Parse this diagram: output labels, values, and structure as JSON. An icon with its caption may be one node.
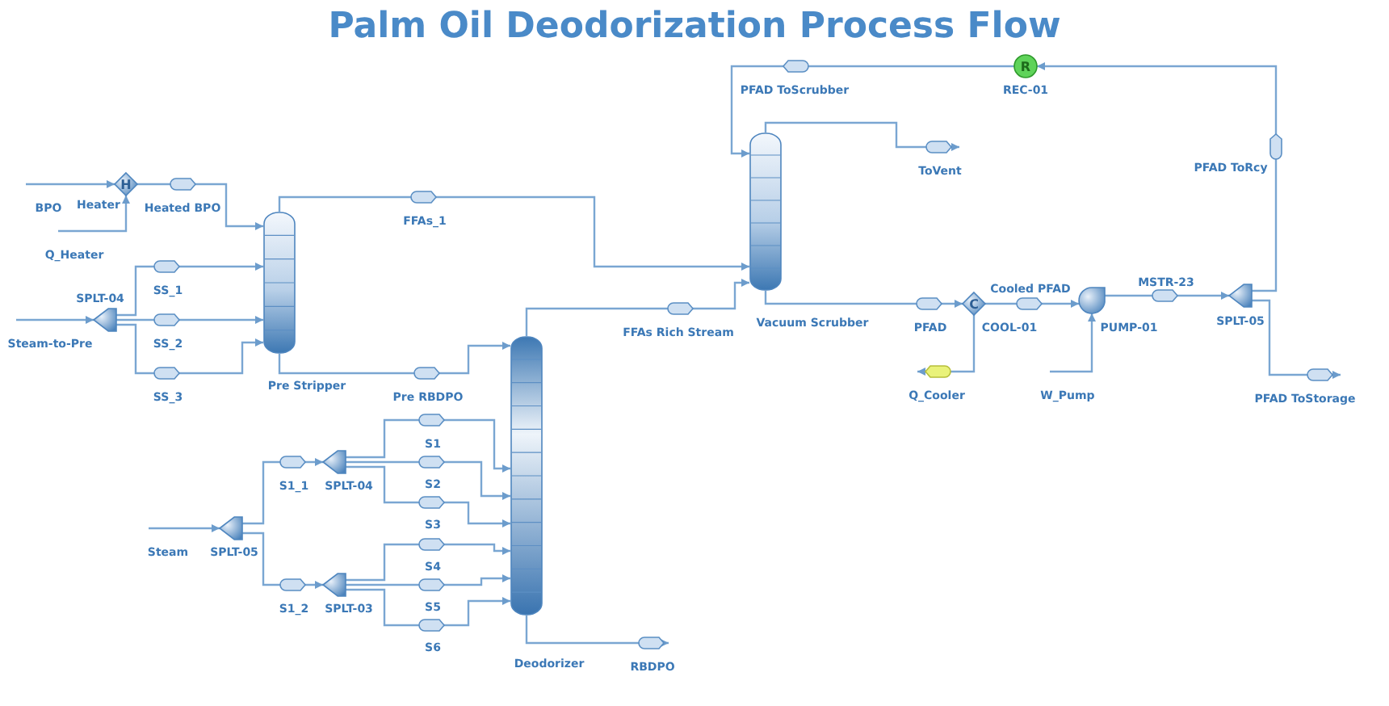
{
  "diagram": {
    "title": "Palm Oil Deodorization Process Flow",
    "nodes": [
      {
        "text": [
          "H",
          "Heater"
        ]
      },
      {
        "text": [
          "Pre Stripper"
        ]
      },
      {
        "text": [
          "SPLT-04"
        ]
      },
      {
        "text": [
          "Deodorizer"
        ]
      },
      {
        "text": [
          "SPLT-05"
        ]
      },
      {
        "text": [
          "SPLT-04"
        ]
      },
      {
        "text": [
          "SPLT-03"
        ]
      },
      {
        "text": [
          "Vacuum Scrubber"
        ]
      },
      {
        "text": [
          "R",
          "REC-01"
        ]
      },
      {
        "text": [
          "C",
          "COOL-01"
        ]
      },
      {
        "text": [
          "PUMP-01"
        ]
      },
      {
        "text": [
          "SPLT-05"
        ]
      }
    ],
    "edges": [
      {
        "from": null,
        "to": 0,
        "arrow": "to",
        "label": "BPO"
      },
      {
        "from": null,
        "to": 0,
        "arrow": "to",
        "label": "Q_Heater"
      },
      {
        "from": 0,
        "to": 1,
        "arrow": "to",
        "label": "Heated BPO"
      },
      {
        "from": 1,
        "to": 7,
        "arrow": "to",
        "label": "FFAs_1"
      },
      {
        "from": null,
        "to": 2,
        "arrow": "to",
        "label": "Steam-to-Pre"
      },
      {
        "from": 2,
        "to": 1,
        "arrow": "to",
        "label": "SS_1"
      },
      {
        "from": 2,
        "to": 1,
        "arrow": "to",
        "label": "SS_2"
      },
      {
        "from": 2,
        "to": 1,
        "arrow": "to",
        "label": "SS_3"
      },
      {
        "from": 1,
        "to": 3,
        "arrow": "to",
        "label": "Pre RBDPO"
      },
      {
        "from": 3,
        "to": 7,
        "arrow": "to",
        "label": "FFAs Rich Stream"
      },
      {
        "from": 3,
        "to": null,
        "arrow": "to",
        "label": "RBDPO"
      },
      {
        "from": null,
        "to": 4,
        "arrow": "to",
        "label": "Steam"
      },
      {
        "from": 4,
        "to": 5,
        "arrow": "to",
        "label": "S1_1"
      },
      {
        "from": 4,
        "to": 6,
        "arrow": "to",
        "label": "S1_2"
      },
      {
        "from": 5,
        "to": 3,
        "arrow": "to",
        "label": "S1"
      },
      {
        "from": 5,
        "to": 3,
        "arrow": "to",
        "label": "S2"
      },
      {
        "from": 5,
        "to": 3,
        "arrow": "to",
        "label": "S3"
      },
      {
        "from": 6,
        "to": 3,
        "arrow": "to",
        "label": "S4"
      },
      {
        "from": 6,
        "to": 3,
        "arrow": "to",
        "label": "S5"
      },
      {
        "from": 6,
        "to": 3,
        "arrow": "to",
        "label": "S6"
      },
      {
        "from": 8,
        "to": 7,
        "arrow": "to",
        "label": "PFAD ToScrubber"
      },
      {
        "from": 7,
        "to": null,
        "arrow": "to",
        "label": "ToVent"
      },
      {
        "from": 7,
        "to": 9,
        "arrow": "to",
        "label": "PFAD"
      },
      {
        "from": 9,
        "to": null,
        "arrow": "to",
        "label": "Q_Cooler"
      },
      {
        "from": 9,
        "to": 10,
        "arrow": "to",
        "label": "Cooled PFAD"
      },
      {
        "from": null,
        "to": 10,
        "arrow": "to",
        "label": "W_Pump"
      },
      {
        "from": 10,
        "to": 11,
        "arrow": "to",
        "label": "MSTR-23"
      },
      {
        "from": 11,
        "to": 8,
        "arrow": "to",
        "label": "PFAD ToRcy"
      },
      {
        "from": 11,
        "to": null,
        "arrow": "to",
        "label": "PFAD ToStorage"
      }
    ]
  }
}
